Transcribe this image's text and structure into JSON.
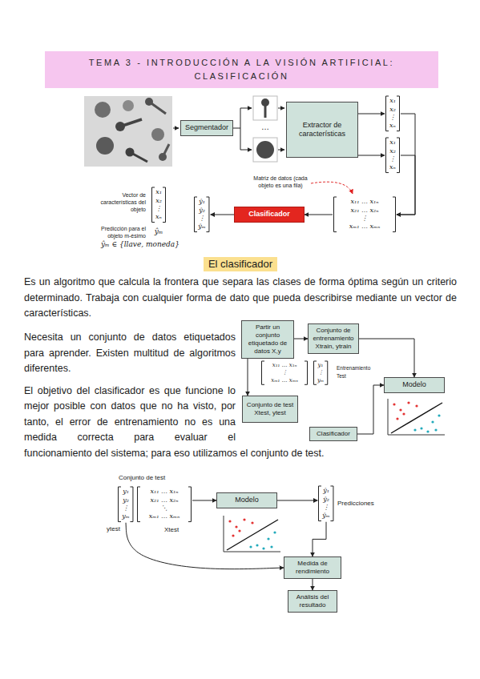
{
  "diagram": {
    "title": "TEMA 3 - INTRODUCCIÓN A LA VISIÓN ARTIFICIAL: CLASIFICACIÓN",
    "nodes": [
      {
        "text": [
          "Segmentador"
        ]
      },
      {
        "text": [
          "Extractor de características"
        ]
      },
      {
        "text": [
          "x₁",
          "x₂",
          "⋮",
          "xₙ"
        ]
      },
      {
        "text": [
          "x₁",
          "x₂",
          "⋮",
          "xₙ"
        ]
      },
      {
        "text": [
          "ŷ₁",
          "ŷ₂",
          "⋮",
          "ŷₘ"
        ]
      },
      {
        "text": [
          "Clasificador"
        ]
      },
      {
        "text": [
          "x₁₁ … x₁ₙ",
          "x₂₁ … x₂ₙ",
          "⋮",
          "xₘ₁ … xₘₙ"
        ]
      },
      {
        "text": [
          "x₁",
          "x₂",
          "⋮",
          "xₙ"
        ]
      },
      {
        "text": [
          "Partir un conjunto etiquetado de datos X,y"
        ]
      },
      {
        "text": [
          "Conjunto de entrenamiento",
          "Xtrain, ytrain"
        ]
      },
      {
        "text": [
          "x₁₁ … x₁ₙ",
          "⋮",
          "xₘ₁ … xₘₙ"
        ]
      },
      {
        "text": [
          "y₁",
          "⋮",
          "yₘ"
        ]
      },
      {
        "text": [
          "Modelo"
        ]
      },
      {
        "text": [
          "Conjunto de test",
          "Xtest, ytest"
        ]
      },
      {
        "text": [
          "Clasificador"
        ]
      },
      {
        "text": [
          "y₁",
          "y₂",
          "⋮",
          "yₘ"
        ]
      },
      {
        "text": [
          "x₁₁ … x₁ₙ",
          "x₂₁ … x₂ₙ",
          "⋱",
          "xₘ₁ … xₘₙ"
        ]
      },
      {
        "text": [
          "Modelo"
        ]
      },
      {
        "text": [
          "ŷ₁",
          "ŷ₂",
          "⋮",
          "ŷₘ"
        ]
      },
      {
        "text": [
          "Medida de rendimiento"
        ]
      },
      {
        "text": [
          "Análisis del resultado"
        ]
      }
    ],
    "edges": [
      {
        "from": 1,
        "to": 2,
        "arrow": "to"
      },
      {
        "from": 1,
        "to": 3,
        "arrow": "to"
      },
      {
        "from": 2,
        "to": 6,
        "arrow": "to"
      },
      {
        "from": 3,
        "to": 6,
        "arrow": "to"
      },
      {
        "from": 6,
        "to": 5,
        "arrow": "to"
      },
      {
        "from": 5,
        "to": 4,
        "arrow": "to"
      },
      {
        "from": 8,
        "to": 9,
        "arrow": "to"
      },
      {
        "from": 8,
        "to": 13,
        "arrow": "to"
      },
      {
        "from": 9,
        "to": 12,
        "arrow": "to"
      },
      {
        "from": 14,
        "to": 12,
        "arrow": "to"
      },
      {
        "from": 16,
        "to": 17,
        "arrow": "to"
      },
      {
        "from": 17,
        "to": 18,
        "arrow": "to"
      },
      {
        "from": 18,
        "to": 19,
        "arrow": "to"
      },
      {
        "from": 15,
        "to": 19,
        "arrow": "to"
      },
      {
        "from": 19,
        "to": 20,
        "arrow": "to"
      }
    ],
    "labels": [
      "…",
      "Matriz de datos (cada objeto es una fila)",
      "Vector de características del objeto",
      "Predicción para el objeto m-ésimo",
      "ŷₘ",
      "ŷₘ ∈ {llave, moneda}",
      "El clasificador",
      "Es un algoritmo que calcula la frontera que separa las clases de forma óptima según un criterio determinado. Trabaja con cualquier forma de dato que pueda describirse mediante un vector de características.",
      "Necesita un conjunto de datos etiquetados para aprender. Existen multitud de algoritmos diferentes.",
      "El objetivo del clasificador es que funcione lo mejor posible con datos que no ha visto, por tanto, el error de entrenamiento no es una medida correcta para evaluar el funcionamiento del sistema; para eso utilizamos el conjunto de test.",
      "Entrenamiento",
      "Test",
      "Conjunto de test",
      "ytest",
      "Xtest",
      "Predicciones"
    ]
  }
}
